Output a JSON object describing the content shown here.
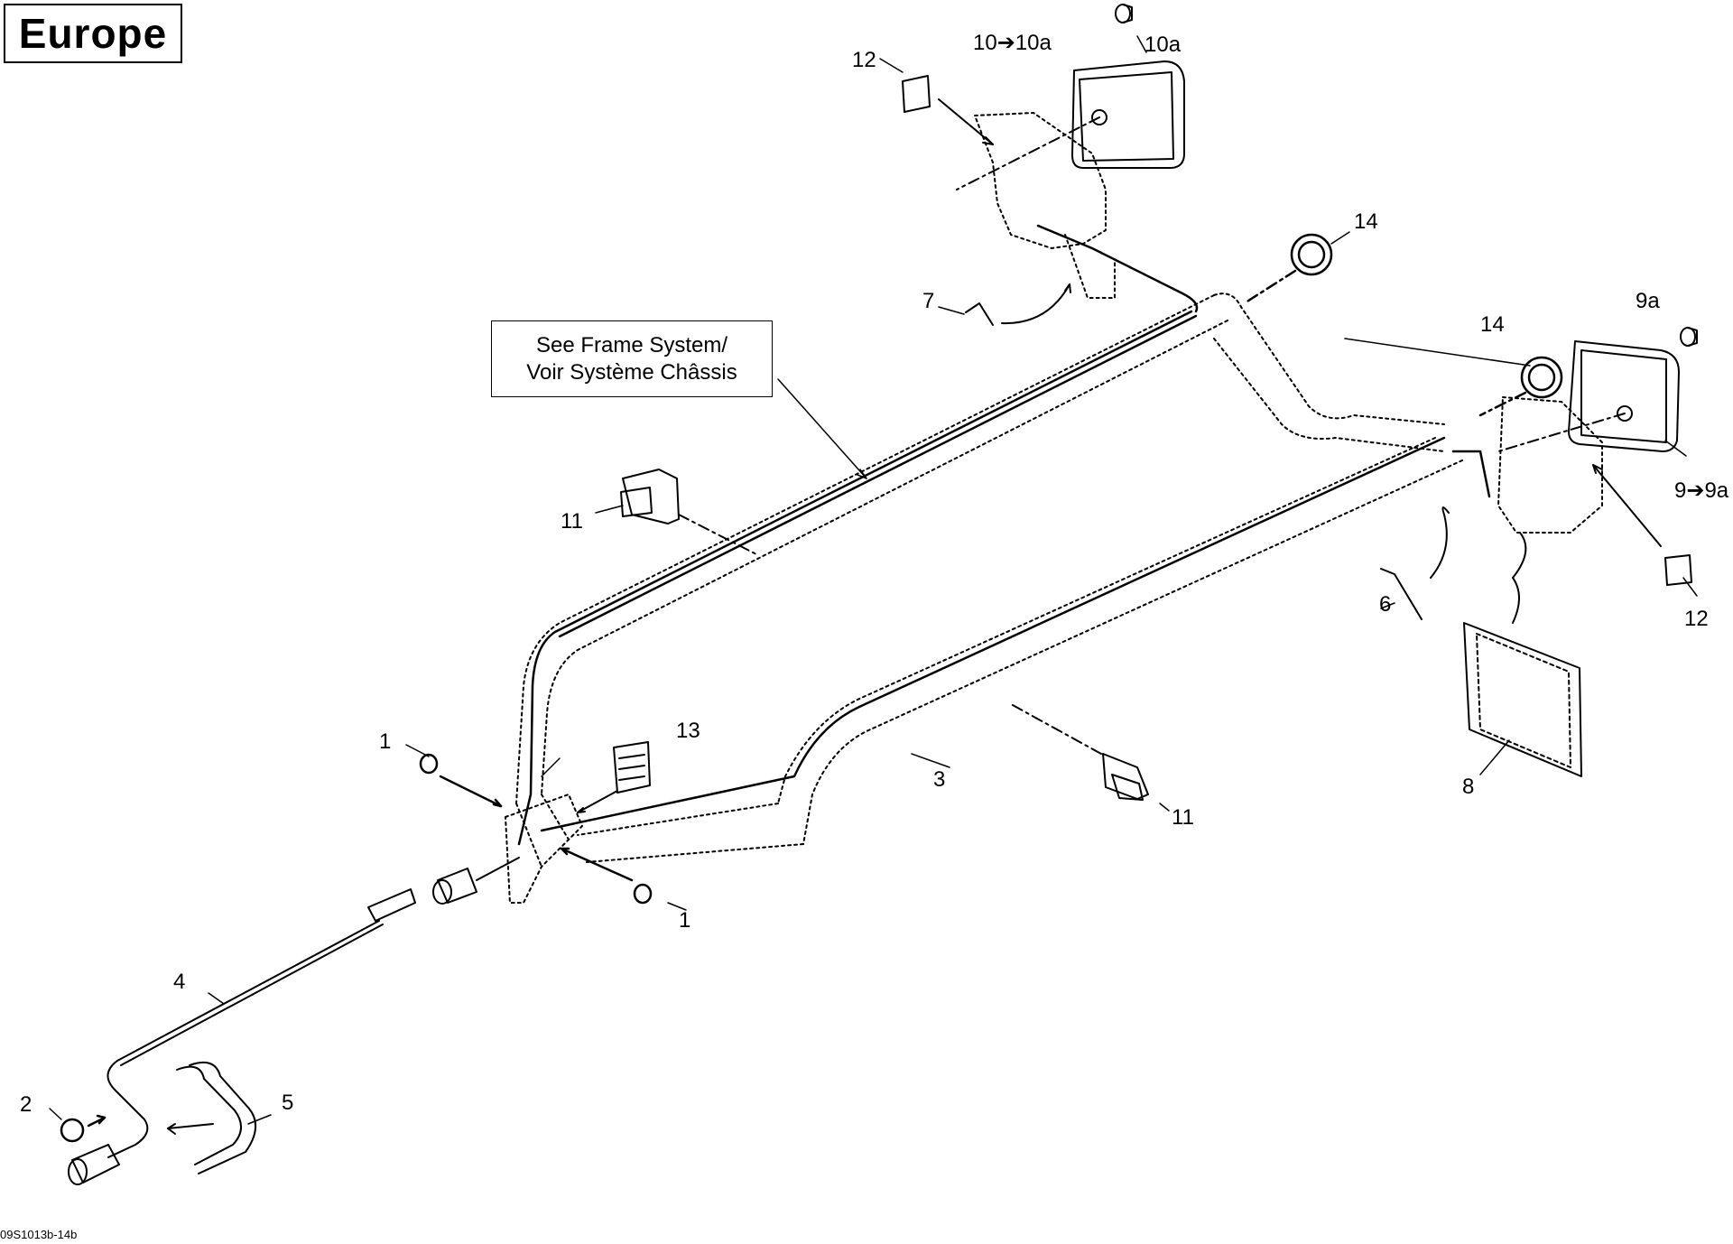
{
  "region_label": "Europe",
  "reference_box": {
    "line1": "See Frame System/",
    "line2": "Voir Système Châssis"
  },
  "drawing_id": "09S1013b-14b",
  "callouts": {
    "c1a": "1",
    "c1b": "1",
    "c2": "2",
    "c3": "3",
    "c4": "4",
    "c5": "5",
    "c6": "6",
    "c7": "7",
    "c8": "8",
    "c9": "9➔9a",
    "c9a": "9a",
    "c10": "10➔10a",
    "c10a": "10a",
    "c11a": "11",
    "c11b": "11",
    "c12a": "12",
    "c12b": "12",
    "c13": "13",
    "c14a": "14",
    "c14b": "14"
  }
}
